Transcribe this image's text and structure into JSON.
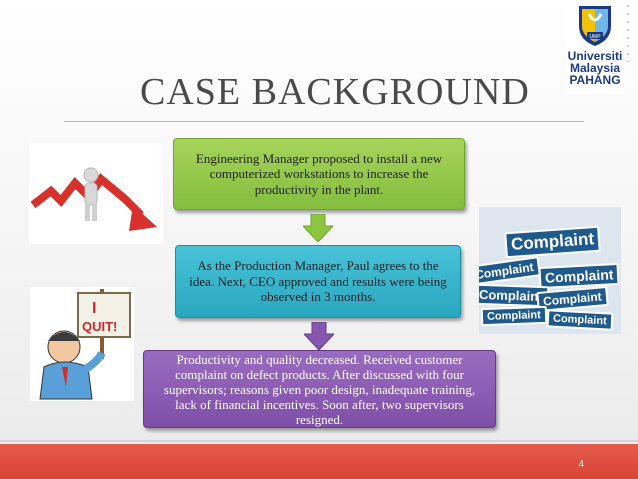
{
  "slide": {
    "title": "CASE BACKGROUND",
    "page_number": "4"
  },
  "logo": {
    "lines": [
      "Universiti",
      "Malaysia",
      "PAHANG"
    ],
    "badge_text": "UMP",
    "colors": {
      "blue": "#1b3a86",
      "yellow": "#f2c200",
      "light_blue": "#6fb7e6"
    }
  },
  "flow": {
    "steps": [
      {
        "text": "Engineering Manager proposed to install a new computerized workstations to increase the productivity in the plant.",
        "color": "#8cc63f"
      },
      {
        "text": "As the Production Manager, Paul agrees to the idea. Next, CEO approved and results were being observed in 3 months.",
        "color": "#31b0c8"
      },
      {
        "text": "Productivity  and quality decreased. Received customer complaint on defect products. After discussed with four supervisors; reasons given poor design, inadequate training, lack of financial incentives. Soon after, two supervisors resigned.",
        "color": "#8557ad"
      }
    ],
    "arrow_colors": [
      "#8cc63f",
      "#8557ad"
    ]
  },
  "images": {
    "left_top": "declining-chart-figure",
    "left_bottom": "man-holding-i-quit-sign",
    "sign_text": [
      "I",
      "QUIT!"
    ],
    "right": "complaint-word-tags",
    "complaint_word": "Complaint"
  },
  "theme": {
    "footer_color": "#de4c3d",
    "title_color": "#4a4a4a"
  }
}
